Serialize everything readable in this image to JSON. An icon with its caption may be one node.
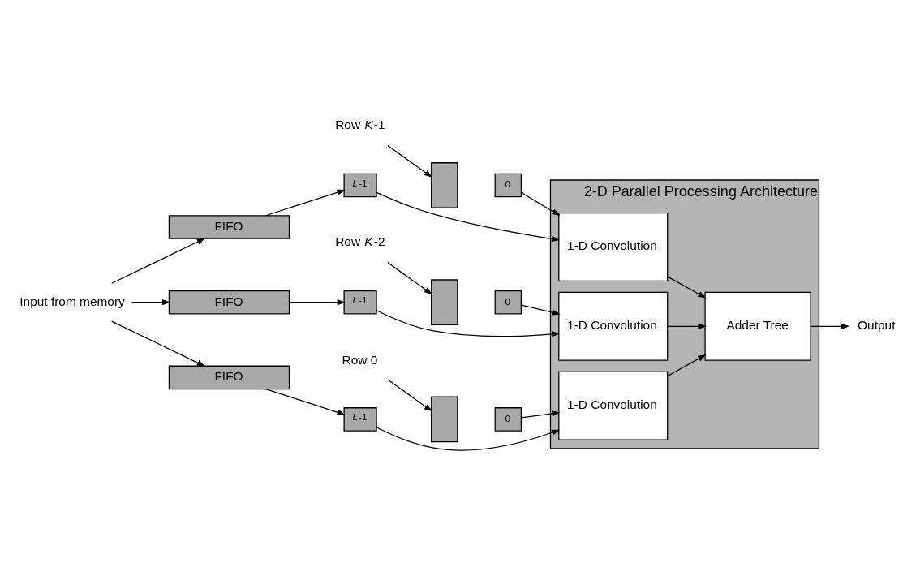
{
  "diagram": {
    "nodes": [
      {
        "text": [
          "Input from memory"
        ]
      },
      {
        "text": [
          "2-D Parallel Processing Architecture"
        ]
      },
      {
        "text": [
          "FIFO"
        ]
      },
      {
        "text": [
          "FIFO"
        ]
      },
      {
        "text": [
          "FIFO"
        ]
      },
      {
        "text": [
          "*L*-1"
        ]
      },
      {
        "text": [],
        "shape": "box"
      },
      {
        "text": [
          "0"
        ]
      },
      {
        "text": [
          "*L*-1"
        ]
      },
      {
        "text": [],
        "shape": "box"
      },
      {
        "text": [
          "0"
        ]
      },
      {
        "text": [
          "*L*-1"
        ]
      },
      {
        "text": [],
        "shape": "box"
      },
      {
        "text": [
          "0"
        ]
      },
      {
        "text": [
          "Row *K*-1"
        ]
      },
      {
        "text": [
          "Row *K*-2"
        ]
      },
      {
        "text": [
          "Row 0"
        ]
      },
      {
        "text": [
          "1-D Convolution"
        ],
        "in": 1
      },
      {
        "text": [
          "1-D Convolution"
        ],
        "in": 1
      },
      {
        "text": [
          "1-D Convolution"
        ],
        "in": 1
      },
      {
        "text": [
          "Adder Tree"
        ],
        "in": 1
      },
      {
        "text": [
          "Output"
        ]
      }
    ],
    "edges": [
      {
        "from": 0,
        "to": 2,
        "arrow": "to"
      },
      {
        "from": 0,
        "to": 3,
        "arrow": "to"
      },
      {
        "from": 0,
        "to": 4,
        "arrow": "to"
      },
      {
        "from": 2,
        "to": 5,
        "arrow": "to"
      },
      {
        "from": 3,
        "to": 8,
        "arrow": "to"
      },
      {
        "from": 4,
        "to": 11,
        "arrow": "to"
      },
      {
        "from": 14,
        "to": 6,
        "arrow": "to"
      },
      {
        "from": 15,
        "to": 9,
        "arrow": "to"
      },
      {
        "from": 16,
        "to": 12,
        "arrow": "to"
      },
      {
        "from": 5,
        "to": 17,
        "arrow": "to"
      },
      {
        "from": 7,
        "to": 17,
        "arrow": "to"
      },
      {
        "from": 8,
        "to": 18,
        "arrow": "to"
      },
      {
        "from": 10,
        "to": 18,
        "arrow": "to"
      },
      {
        "from": 11,
        "to": 19,
        "arrow": "to"
      },
      {
        "from": 13,
        "to": 19,
        "arrow": "to"
      },
      {
        "from": 17,
        "to": 20,
        "arrow": "to"
      },
      {
        "from": 18,
        "to": 20,
        "arrow": "to"
      },
      {
        "from": 19,
        "to": 20,
        "arrow": "to"
      },
      {
        "from": 20,
        "to": 21,
        "arrow": "to"
      }
    ]
  }
}
